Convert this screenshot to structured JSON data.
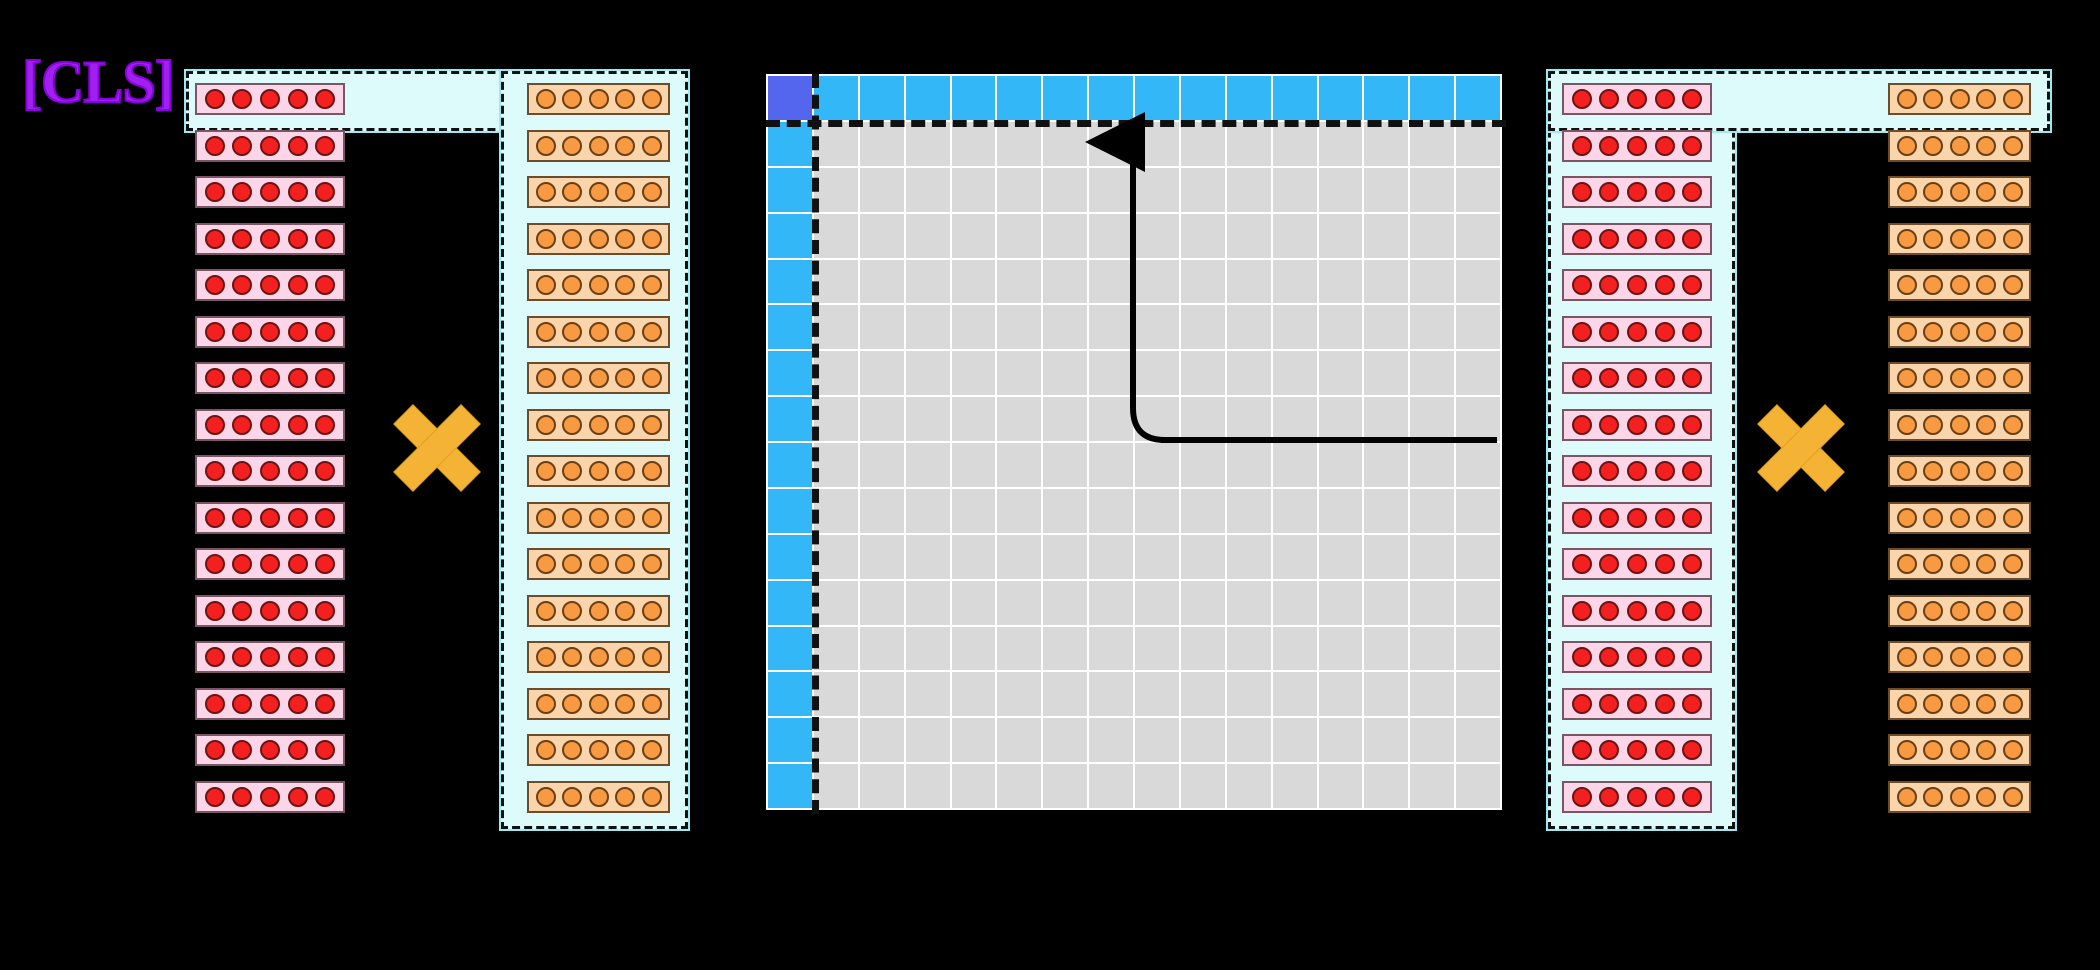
{
  "background_color": "#000000",
  "labels": {
    "cls_token": "[CLS]"
  },
  "colors": {
    "highlight_region": "#ddfbfb",
    "red_strip_fill": "#fbd6e8",
    "red_dot": "#f42020",
    "orange_strip_fill": "#fad4ab",
    "orange_dot": "#f79a41",
    "matrix_cell": "#d9d9d9",
    "matrix_header": "#34b7f7",
    "matrix_corner": "#5566ee",
    "x_mark": "#f5b335",
    "cls_label": "#a020f0",
    "dash_line": "#111111"
  },
  "left_panel": {
    "name": "query-key-stack-left",
    "red_column": {
      "label": "query-token-rows",
      "row_count": 16,
      "dots_per_row": 5
    },
    "orange_column": {
      "label": "key-token-rows",
      "row_count": 16,
      "dots_per_row": 5
    },
    "operator": "x",
    "highlight": {
      "shape": "L",
      "covers": "first red row and all orange rows"
    }
  },
  "right_panel": {
    "name": "query-key-stack-right",
    "red_column": {
      "label": "query-token-rows",
      "row_count": 16,
      "dots_per_row": 5
    },
    "orange_column": {
      "label": "key-token-rows",
      "row_count": 16,
      "dots_per_row": 5
    },
    "operator": "x",
    "highlight": {
      "shape": "L",
      "covers": "all red rows and first orange row"
    }
  },
  "chart_data": {
    "type": "heatmap",
    "title": "",
    "xlabel": "",
    "ylabel": "",
    "rows": 16,
    "cols": 16,
    "legend": [
      {
        "name": "cls-cls-attention",
        "color": "#5566ee"
      },
      {
        "name": "cls-row-and-column",
        "color": "#34b7f7"
      },
      {
        "name": "patch-patch-attention",
        "color": "#d9d9d9"
      }
    ],
    "cell_classes": [
      [
        "corner",
        "hdr",
        "hdr",
        "hdr",
        "hdr",
        "hdr",
        "hdr",
        "hdr",
        "hdr",
        "hdr",
        "hdr",
        "hdr",
        "hdr",
        "hdr",
        "hdr",
        "hdr"
      ],
      [
        "hdr",
        "cell",
        "cell",
        "cell",
        "cell",
        "cell",
        "cell",
        "cell",
        "cell",
        "cell",
        "cell",
        "cell",
        "cell",
        "cell",
        "cell",
        "cell"
      ],
      [
        "hdr",
        "cell",
        "cell",
        "cell",
        "cell",
        "cell",
        "cell",
        "cell",
        "cell",
        "cell",
        "cell",
        "cell",
        "cell",
        "cell",
        "cell",
        "cell"
      ],
      [
        "hdr",
        "cell",
        "cell",
        "cell",
        "cell",
        "cell",
        "cell",
        "cell",
        "cell",
        "cell",
        "cell",
        "cell",
        "cell",
        "cell",
        "cell",
        "cell"
      ],
      [
        "hdr",
        "cell",
        "cell",
        "cell",
        "cell",
        "cell",
        "cell",
        "cell",
        "cell",
        "cell",
        "cell",
        "cell",
        "cell",
        "cell",
        "cell",
        "cell"
      ],
      [
        "hdr",
        "cell",
        "cell",
        "cell",
        "cell",
        "cell",
        "cell",
        "cell",
        "cell",
        "cell",
        "cell",
        "cell",
        "cell",
        "cell",
        "cell",
        "cell"
      ],
      [
        "hdr",
        "cell",
        "cell",
        "cell",
        "cell",
        "cell",
        "cell",
        "cell",
        "cell",
        "cell",
        "cell",
        "cell",
        "cell",
        "cell",
        "cell",
        "cell"
      ],
      [
        "hdr",
        "cell",
        "cell",
        "cell",
        "cell",
        "cell",
        "cell",
        "cell",
        "cell",
        "cell",
        "cell",
        "cell",
        "cell",
        "cell",
        "cell",
        "cell"
      ],
      [
        "hdr",
        "cell",
        "cell",
        "cell",
        "cell",
        "cell",
        "cell",
        "cell",
        "cell",
        "cell",
        "cell",
        "cell",
        "cell",
        "cell",
        "cell",
        "cell"
      ],
      [
        "hdr",
        "cell",
        "cell",
        "cell",
        "cell",
        "cell",
        "cell",
        "cell",
        "cell",
        "cell",
        "cell",
        "cell",
        "cell",
        "cell",
        "cell",
        "cell"
      ],
      [
        "hdr",
        "cell",
        "cell",
        "cell",
        "cell",
        "cell",
        "cell",
        "cell",
        "cell",
        "cell",
        "cell",
        "cell",
        "cell",
        "cell",
        "cell",
        "cell"
      ],
      [
        "hdr",
        "cell",
        "cell",
        "cell",
        "cell",
        "cell",
        "cell",
        "cell",
        "cell",
        "cell",
        "cell",
        "cell",
        "cell",
        "cell",
        "cell",
        "cell"
      ],
      [
        "hdr",
        "cell",
        "cell",
        "cell",
        "cell",
        "cell",
        "cell",
        "cell",
        "cell",
        "cell",
        "cell",
        "cell",
        "cell",
        "cell",
        "cell",
        "cell"
      ],
      [
        "hdr",
        "cell",
        "cell",
        "cell",
        "cell",
        "cell",
        "cell",
        "cell",
        "cell",
        "cell",
        "cell",
        "cell",
        "cell",
        "cell",
        "cell",
        "cell"
      ],
      [
        "hdr",
        "cell",
        "cell",
        "cell",
        "cell",
        "cell",
        "cell",
        "cell",
        "cell",
        "cell",
        "cell",
        "cell",
        "cell",
        "cell",
        "cell",
        "cell"
      ],
      [
        "hdr",
        "cell",
        "cell",
        "cell",
        "cell",
        "cell",
        "cell",
        "cell",
        "cell",
        "cell",
        "cell",
        "cell",
        "cell",
        "cell",
        "cell",
        "cell"
      ]
    ]
  },
  "annotations": {
    "arrow": {
      "name": "attention-flow-arrow",
      "direction": "up",
      "description": "elbow arrow from right edge of matrix up into the CLS row"
    }
  }
}
